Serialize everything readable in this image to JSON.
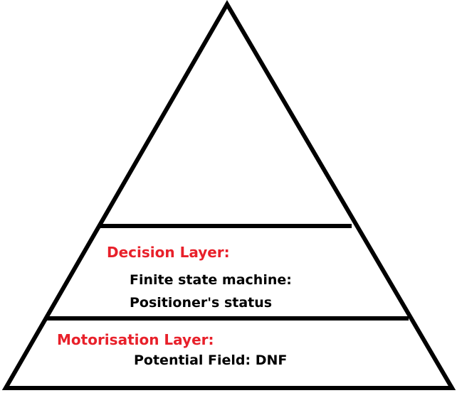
{
  "colors": {
    "outline": "#000000",
    "layer_title": "#e8202a",
    "body_text": "#000000",
    "background": "#ffffff"
  },
  "layers": [
    {
      "title": "Decision Layer:",
      "lines": [
        "Finite state machine:",
        "Positioner's status"
      ]
    },
    {
      "title": "Motorisation Layer:",
      "lines": [
        "Potential Field: DNF"
      ]
    }
  ]
}
